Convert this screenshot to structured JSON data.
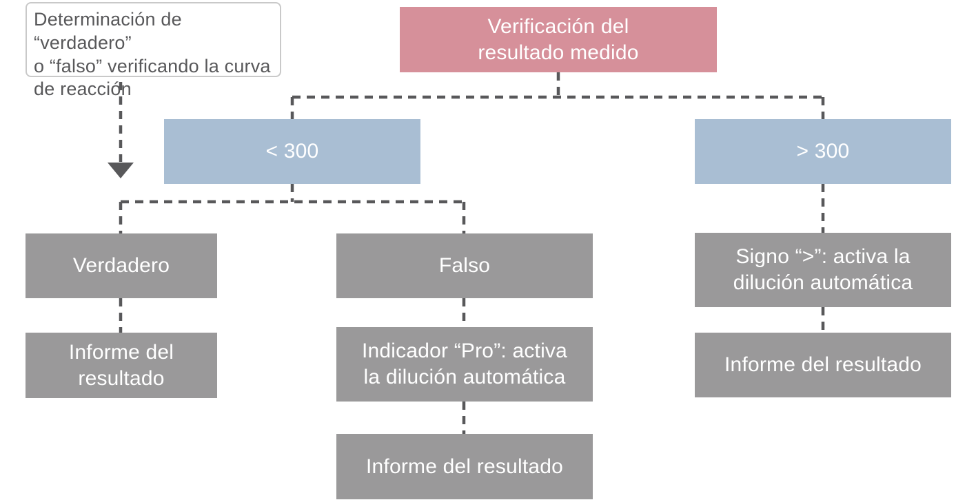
{
  "title": "Verificación del resultado medido",
  "nodes": {
    "note": "Determinación de “verdadero”\no “falso” verificando la curva\nde reacción",
    "root": "Verificación del\nresultado medido",
    "lt300": "< 300",
    "gt300": "> 300",
    "verdadero": "Verdadero",
    "falso": "Falso",
    "signo": "Signo “>”: activa la\ndilución automática",
    "informe_left": "Informe del\nresultado",
    "indicador": "Indicador “Pro”: activa\nla dilución automática",
    "informe_right": "Informe del resultado",
    "informe_middle": "Informe del resultado"
  },
  "colors": {
    "root_bg": "#d6909a",
    "branch_bg": "#a9bed3",
    "node_bg": "#9a999a",
    "node_text": "#ffffff",
    "connector": "#58585a",
    "note_border": "#c9c9c9",
    "note_text": "#58585a",
    "background": "#ffffff"
  }
}
